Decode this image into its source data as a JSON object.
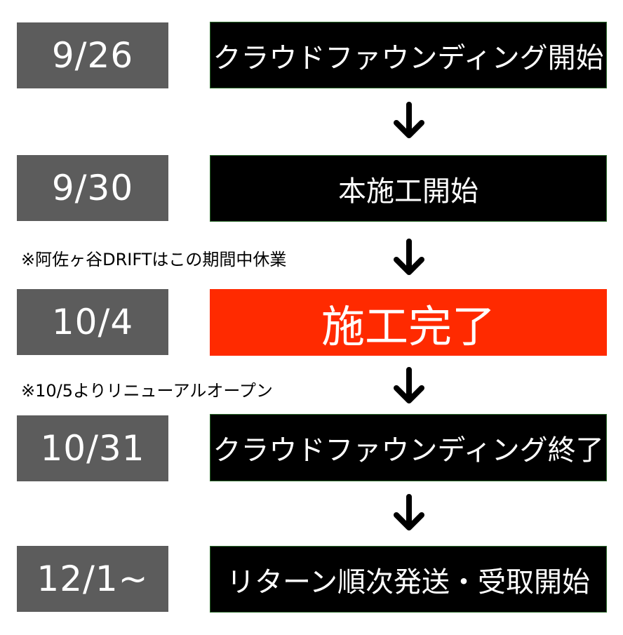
{
  "timeline": [
    {
      "date": "9/26",
      "event": "クラウドファウンディング開始"
    },
    {
      "date": "9/30",
      "event": "本施工開始"
    },
    {
      "date": "10/4",
      "event": "施工完了"
    },
    {
      "date": "10/31",
      "event": "クラウドファウンディング終了"
    },
    {
      "date": "12/1~",
      "event": "リターン順次発送・受取開始"
    }
  ],
  "notes": [
    "※阿佐ヶ谷DRIFTはこの期間中休業",
    "※10/5よりリニューアルオープン"
  ],
  "colors": {
    "date_box": "#5c5c5c",
    "event_box": "#000000",
    "highlight_box": "#ff2a00",
    "text": "#ffffff"
  },
  "icons": {
    "step_arrow": "arrow-down-icon"
  }
}
